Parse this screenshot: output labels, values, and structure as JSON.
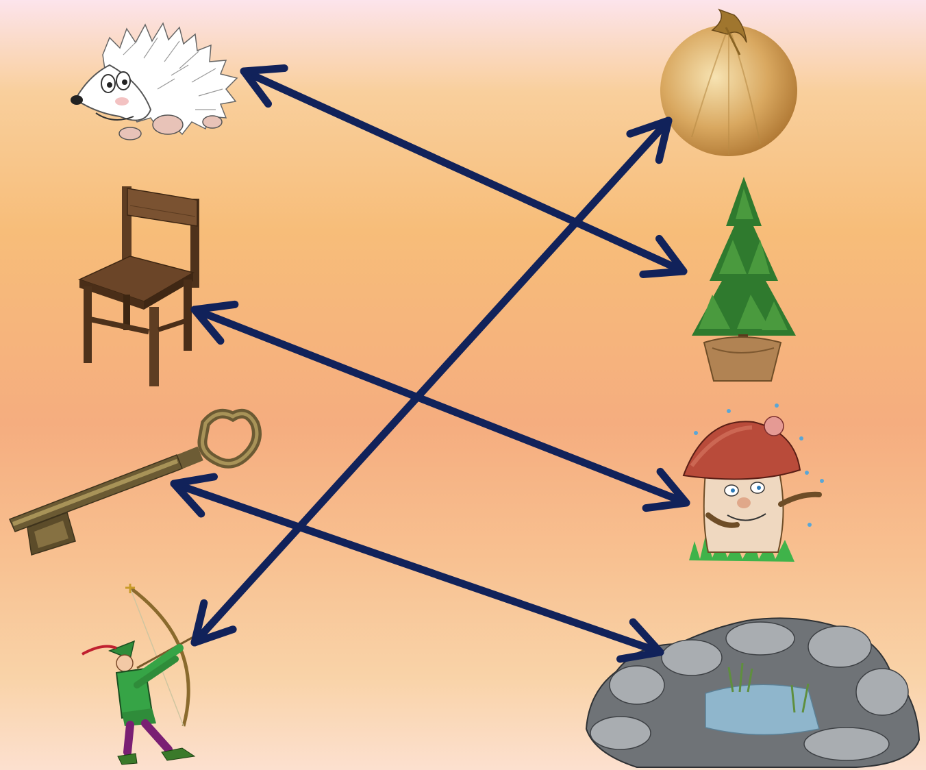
{
  "colors": {
    "arrow": "#11225a",
    "background_top": "#fce4ec",
    "background_mid": "#f5ad7f",
    "background_bottom": "#fce0cf"
  },
  "left_items": [
    {
      "id": "hedgehog",
      "icon": "hedgehog-icon"
    },
    {
      "id": "chair",
      "icon": "chair-icon"
    },
    {
      "id": "key",
      "icon": "key-icon"
    },
    {
      "id": "archer",
      "icon": "archer-icon"
    }
  ],
  "right_items": [
    {
      "id": "onion",
      "icon": "onion-icon"
    },
    {
      "id": "fir-tree",
      "icon": "fir-tree-icon"
    },
    {
      "id": "mushroom",
      "icon": "mushroom-icon"
    },
    {
      "id": "pond",
      "icon": "pond-icon"
    }
  ],
  "connections": [
    {
      "from": "hedgehog",
      "to": "fir-tree"
    },
    {
      "from": "chair",
      "to": "mushroom"
    },
    {
      "from": "key",
      "to": "pond"
    },
    {
      "from": "archer",
      "to": "onion"
    }
  ]
}
